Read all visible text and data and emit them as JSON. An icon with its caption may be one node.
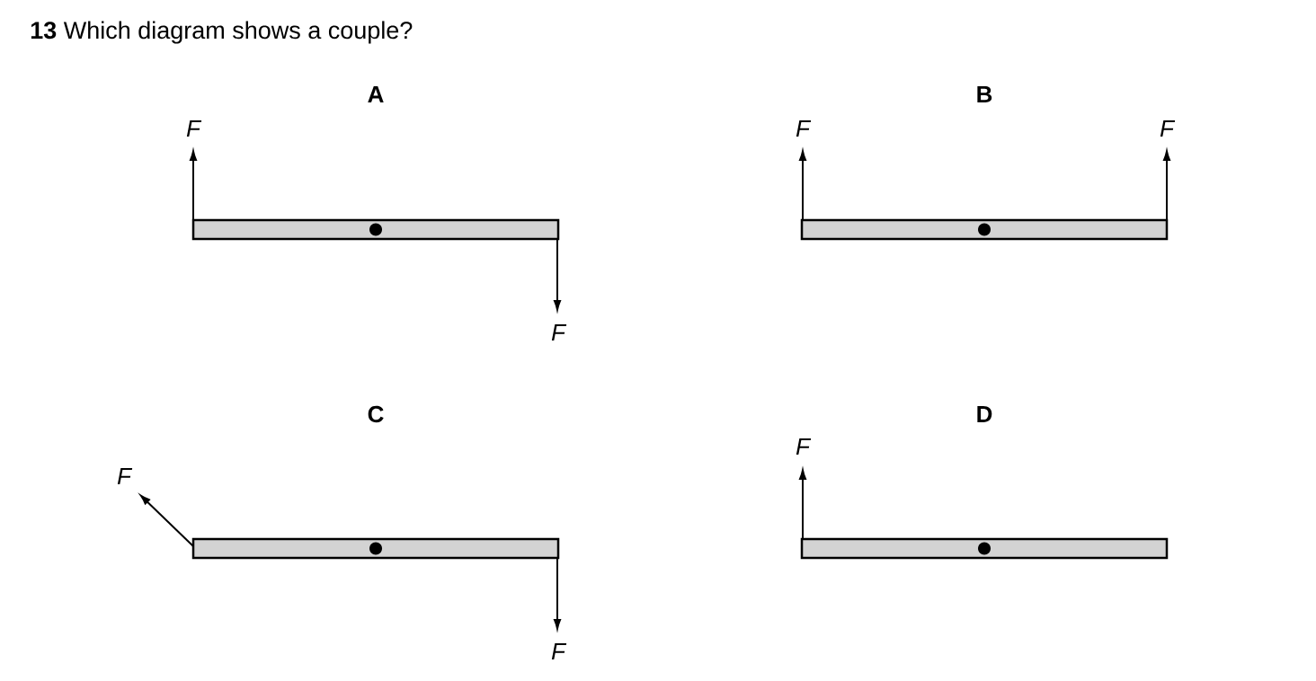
{
  "diagram": {
    "title": "**13**  Which diagram shows a couple?",
    "labels": [
      "A",
      "F",
      "F",
      "B",
      "F",
      "F",
      "C",
      "F",
      "F",
      "D",
      "F"
    ]
  }
}
